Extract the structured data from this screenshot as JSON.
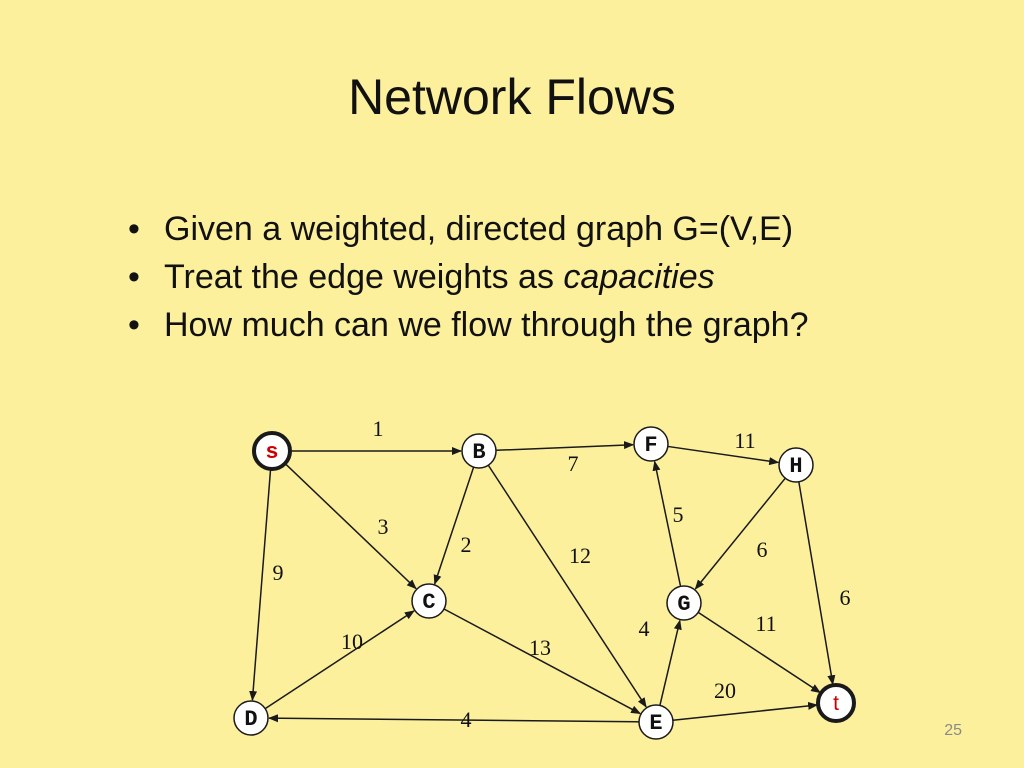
{
  "slide": {
    "title": "Network Flows",
    "page_number": "25"
  },
  "bullets": {
    "b1": "Given a weighted, directed graph G=(V,E)",
    "b2_prefix": "Treat the edge weights as ",
    "b2_em": "capacities",
    "b3": "How much can we flow through the graph?"
  },
  "graph": {
    "colors": {
      "node_fill": "#ffffff",
      "node_stroke": "#1a1a1a",
      "edge": "#1a1a1a",
      "highlight_text": "#cc0000",
      "text": "#111111"
    },
    "nodes": [
      {
        "id": "s",
        "label": "s",
        "emphasis": "source"
      },
      {
        "id": "B",
        "label": "B"
      },
      {
        "id": "F",
        "label": "F"
      },
      {
        "id": "H",
        "label": "H"
      },
      {
        "id": "C",
        "label": "C"
      },
      {
        "id": "G",
        "label": "G"
      },
      {
        "id": "D",
        "label": "D"
      },
      {
        "id": "E",
        "label": "E"
      },
      {
        "id": "t",
        "label": "t",
        "emphasis": "sink"
      }
    ],
    "edges": [
      {
        "from": "s",
        "to": "B",
        "weight": "1"
      },
      {
        "from": "s",
        "to": "C",
        "weight": "3"
      },
      {
        "from": "s",
        "to": "D",
        "weight": "9"
      },
      {
        "from": "B",
        "to": "F",
        "weight": "7"
      },
      {
        "from": "B",
        "to": "C",
        "weight": "2"
      },
      {
        "from": "B",
        "to": "E",
        "weight": "12"
      },
      {
        "from": "F",
        "to": "H",
        "weight": "11"
      },
      {
        "from": "H",
        "to": "G",
        "weight": "6"
      },
      {
        "from": "H",
        "to": "t",
        "weight": "6"
      },
      {
        "from": "G",
        "to": "F",
        "weight": "5"
      },
      {
        "from": "G",
        "to": "t",
        "weight": "11"
      },
      {
        "from": "D",
        "to": "C",
        "weight": "10"
      },
      {
        "from": "C",
        "to": "E",
        "weight": "13"
      },
      {
        "from": "E",
        "to": "G",
        "weight": "4"
      },
      {
        "from": "E",
        "to": "t",
        "weight": "20"
      },
      {
        "from": "E",
        "to": "D",
        "weight": "4"
      }
    ]
  }
}
